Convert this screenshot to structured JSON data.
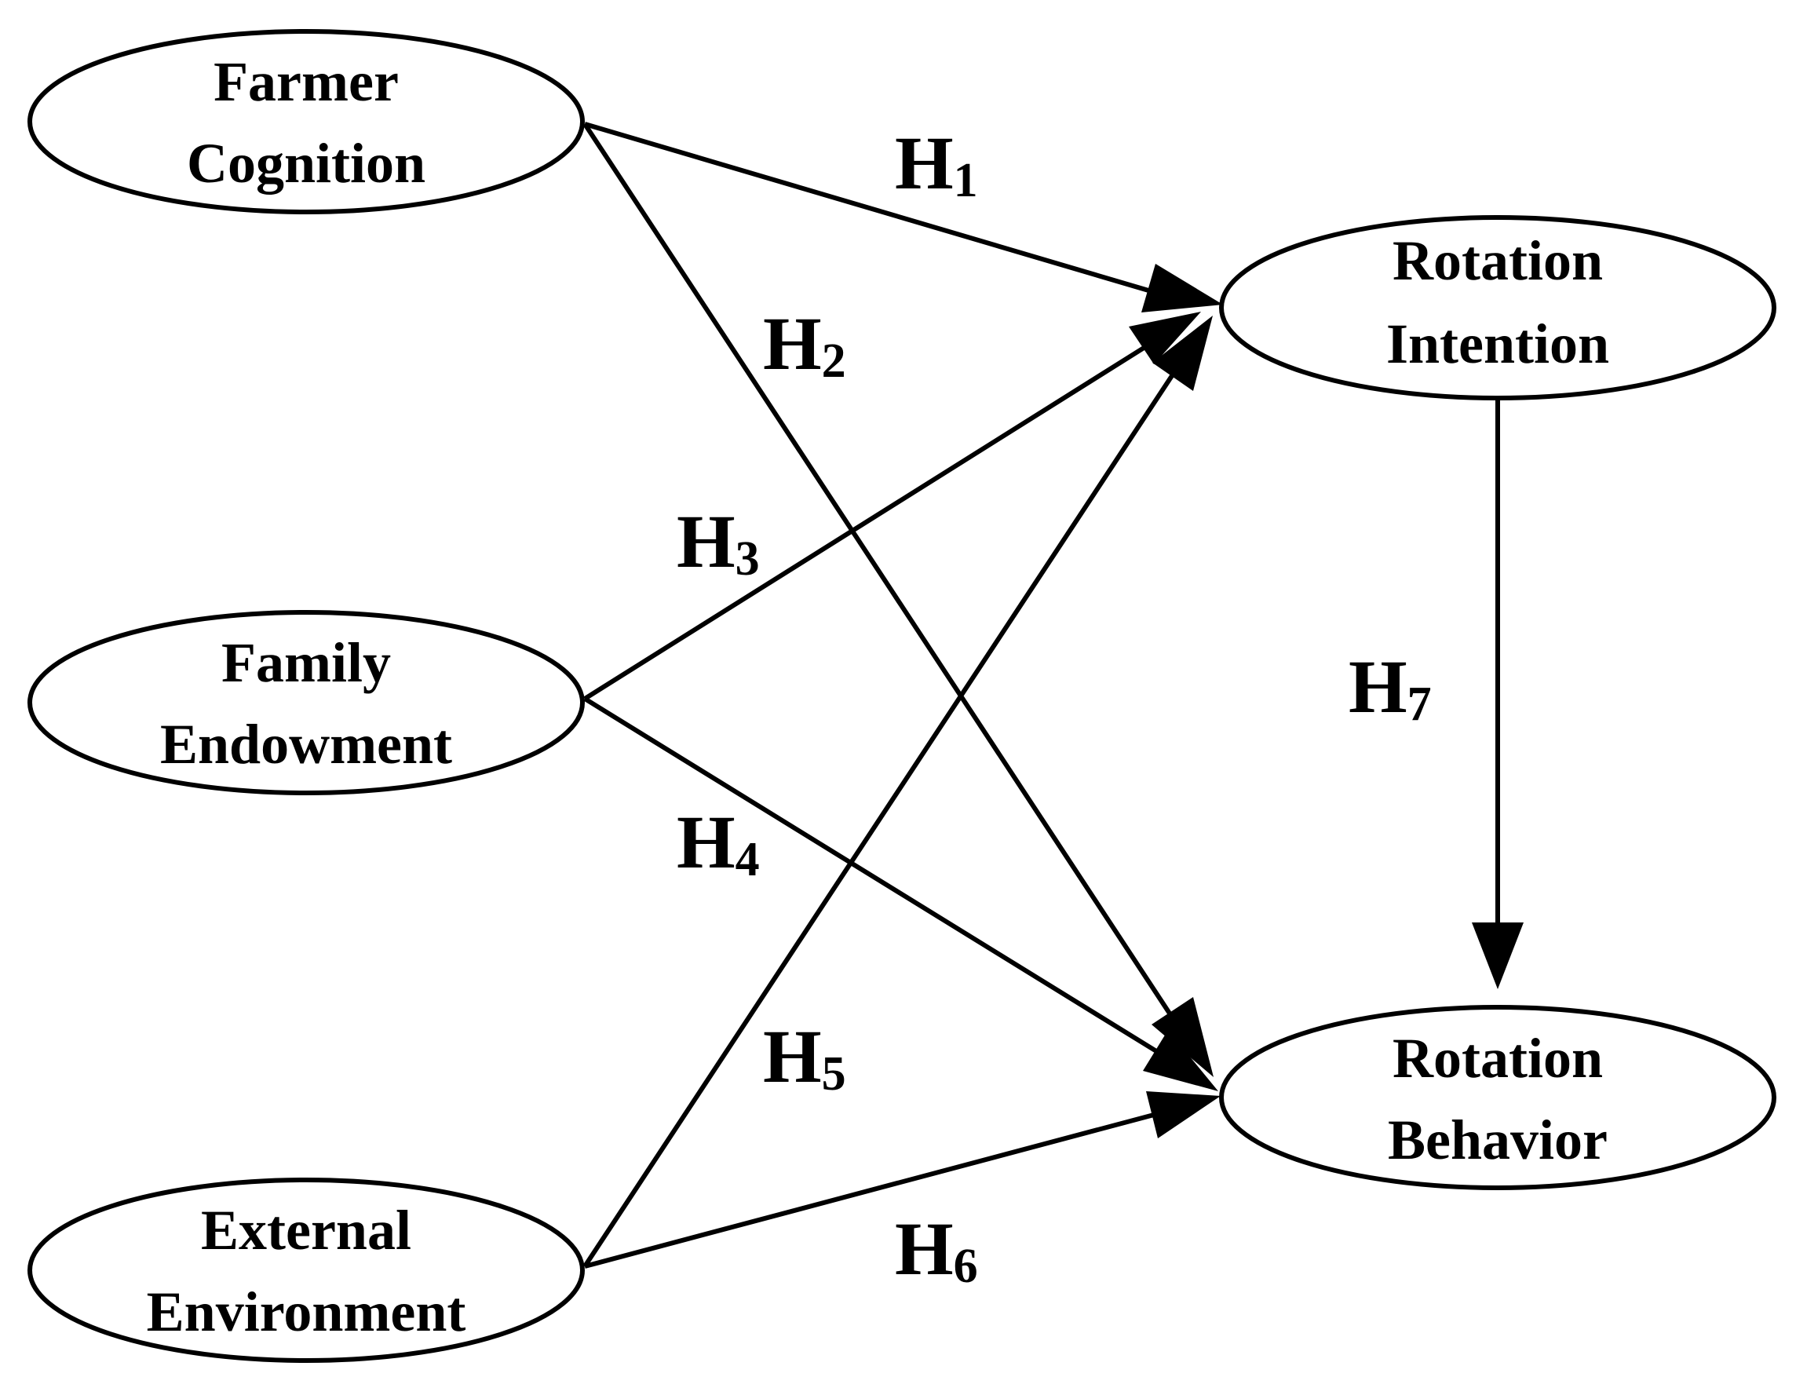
{
  "nodes": {
    "farmer_cognition": {
      "line1": "Farmer",
      "line2": "Cognition"
    },
    "family_endowment": {
      "line1": "Family",
      "line2": "Endowment"
    },
    "external_environment": {
      "line1": "External",
      "line2": "Environment"
    },
    "rotation_intention": {
      "line1": "Rotation",
      "line2": "Intention"
    },
    "rotation_behavior": {
      "line1": "Rotation",
      "line2": "Behavior"
    }
  },
  "edges": [
    {
      "id": "h1",
      "letter": "H",
      "sub": "1",
      "from": "Farmer Cognition",
      "to": "Rotation Intention"
    },
    {
      "id": "h2",
      "letter": "H",
      "sub": "2",
      "from": "Farmer Cognition",
      "to": "Rotation Behavior"
    },
    {
      "id": "h3",
      "letter": "H",
      "sub": "3",
      "from": "Family Endowment",
      "to": "Rotation Intention"
    },
    {
      "id": "h4",
      "letter": "H",
      "sub": "4",
      "from": "Family Endowment",
      "to": "Rotation Behavior"
    },
    {
      "id": "h5",
      "letter": "H",
      "sub": "5",
      "from": "External Environment",
      "to": "Rotation Intention"
    },
    {
      "id": "h6",
      "letter": "H",
      "sub": "6",
      "from": "External Environment",
      "to": "Rotation Behavior"
    },
    {
      "id": "h7",
      "letter": "H",
      "sub": "7",
      "from": "Rotation Intention",
      "to": "Rotation Behavior"
    }
  ],
  "colors": {
    "stroke": "#000000",
    "background": "#ffffff"
  }
}
